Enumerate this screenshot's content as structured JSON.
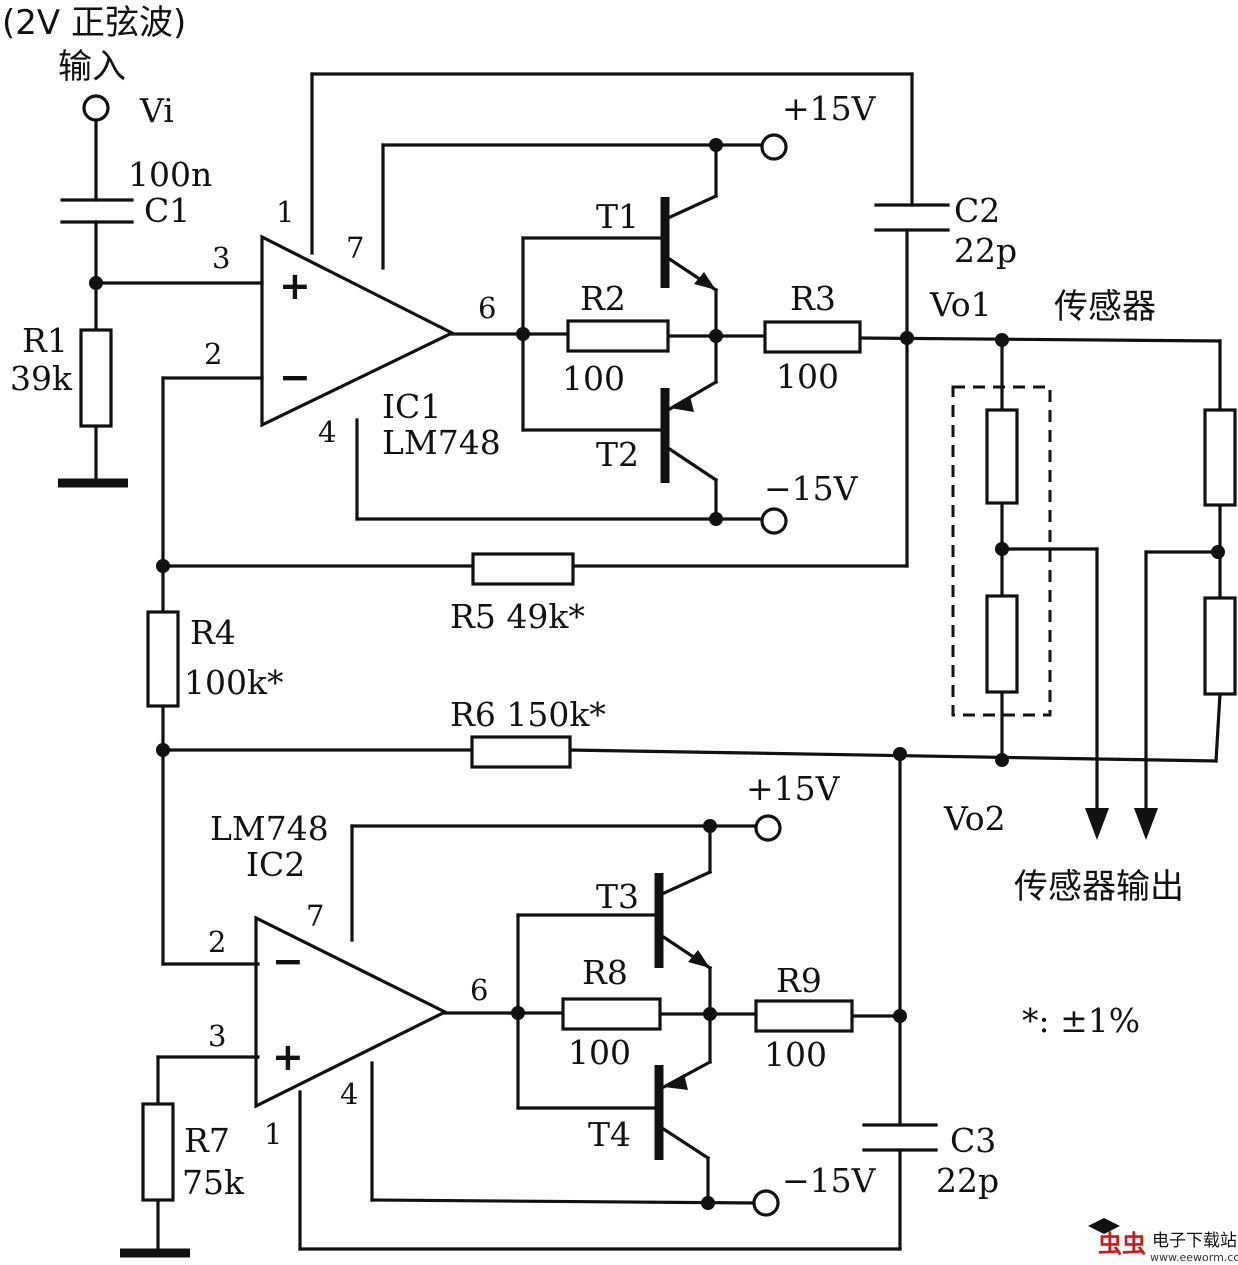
{
  "input": {
    "note": "(2V 正弦波)",
    "label": "输入",
    "symbol": "Vi"
  },
  "components": {
    "c1_value": "100n",
    "c1_name": "C1",
    "r1_name": "R1",
    "r1_value": "39k",
    "c2_name": "C2",
    "c2_value": "22p",
    "c3_name": "C3",
    "c3_value": "22p",
    "r2_name": "R2",
    "r2_value": "100",
    "r3_name": "R3",
    "r3_value": "100",
    "r4_name": "R4",
    "r4_value": "100k*",
    "r5": "R5  49k*",
    "r6": "R6  150k*",
    "r7_name": "R7",
    "r7_value": "75k",
    "r8_name": "R8",
    "r8_value": "100",
    "r9_name": "R9",
    "r9_value": "100",
    "t1": "T1",
    "t2": "T2",
    "t3": "T3",
    "t4": "T4"
  },
  "ic1": {
    "name": "IC1",
    "part": "LM748",
    "pins": {
      "p1": "1",
      "p2": "2",
      "p3": "3",
      "p4": "4",
      "p6": "6",
      "p7": "7"
    }
  },
  "ic2": {
    "name": "IC2",
    "part": "LM748",
    "pins": {
      "p1": "1",
      "p2": "2",
      "p3": "3",
      "p4": "4",
      "p6": "6",
      "p7": "7"
    }
  },
  "supply": {
    "pos_top": "+15V",
    "neg_top": "−15V",
    "pos_bottom": "+15V",
    "neg_bottom": "−15V"
  },
  "nodes": {
    "vo1": "Vo1",
    "vo2": "Vo2"
  },
  "sensor": {
    "title": "传感器",
    "output": "传感器输出"
  },
  "tolerance_note": "*: ±1%",
  "watermark": {
    "logo": "虫虫",
    "text": "电子下载站",
    "url": "www.eeworm.com"
  }
}
